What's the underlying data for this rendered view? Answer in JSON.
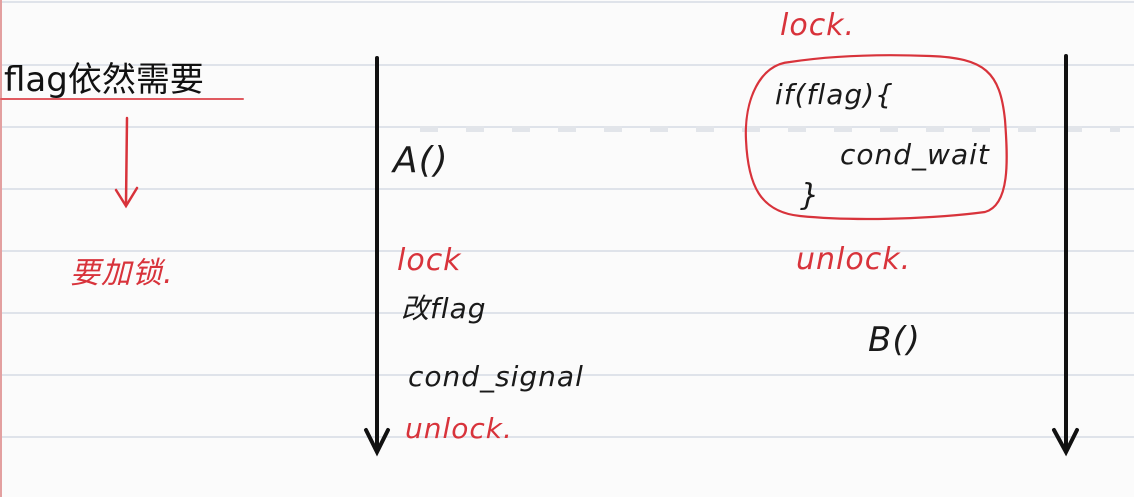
{
  "heading": "flag依然需要",
  "note_left": "要加锁.",
  "thread_a": {
    "call": "A()",
    "lock": "lock",
    "set_flag": "改flag",
    "signal": "cond_signal",
    "unlock": "unlock."
  },
  "thread_b": {
    "lock": "lock.",
    "if_line": "if(flag){",
    "wait": "cond_wait",
    "close_brace": "}",
    "unlock": "unlock.",
    "call": "B()"
  },
  "colors": {
    "ink": "#1a1a1a",
    "red_ink": "#d8333b",
    "ruled_line": "#dfe3ea"
  }
}
